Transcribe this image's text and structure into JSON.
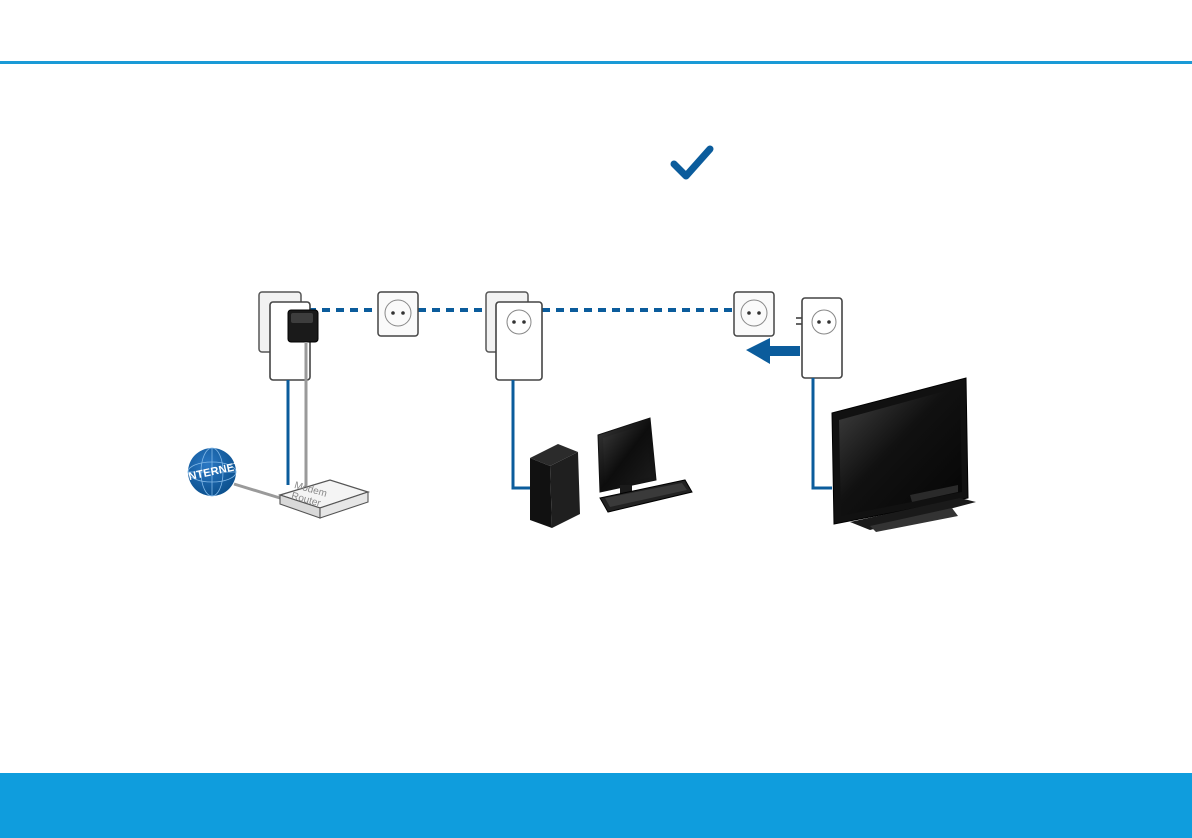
{
  "diagram": {
    "internet_label": "INTERNET",
    "router_label_line1": "Modem",
    "router_label_line2": "Router",
    "accent_color": "#0b5c9c",
    "band_color": "#0f9ddd",
    "rule_color": "#1a9ad6",
    "icons": [
      "checkmark-icon",
      "globe-icon",
      "wall-socket-icon",
      "powerline-adapter-icon",
      "arrow-icon",
      "computer-icon",
      "tv-icon"
    ]
  }
}
